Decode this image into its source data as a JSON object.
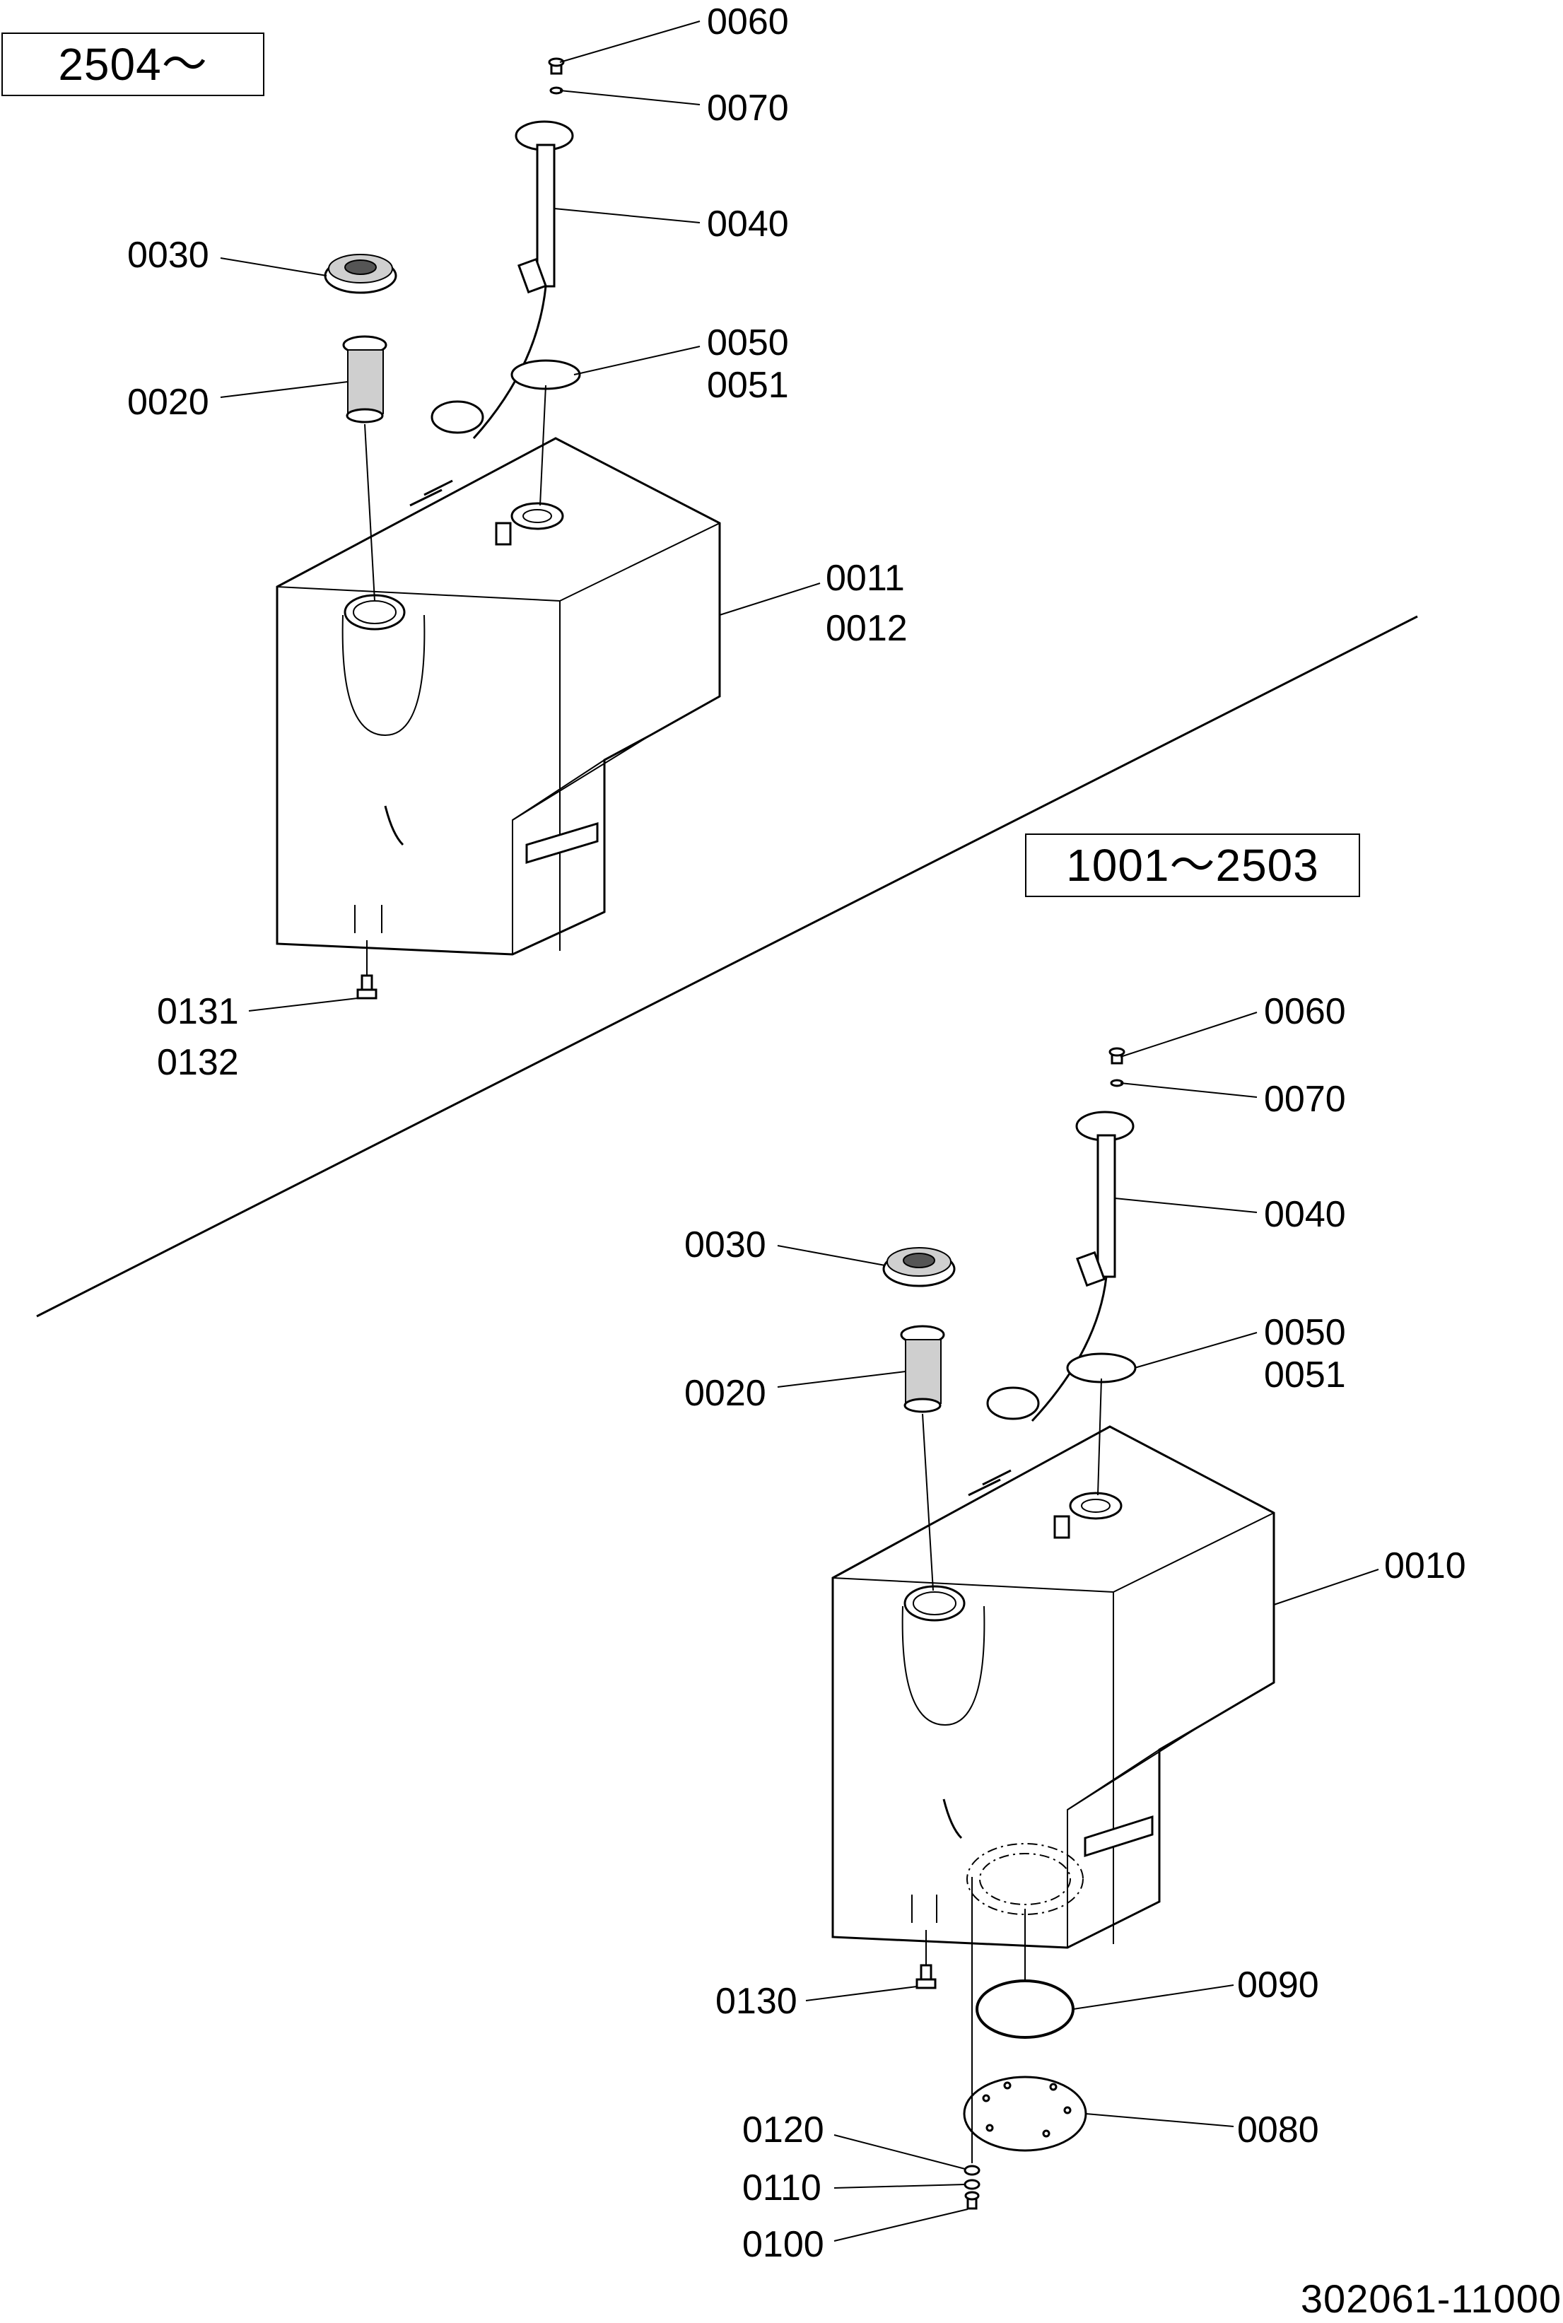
{
  "sections": {
    "top_serial_range": "2504～",
    "bottom_serial_range": "1001～2503"
  },
  "callouts": {
    "top": {
      "c0060": "0060",
      "c0070": "0070",
      "c0040": "0040",
      "c0030": "0030",
      "c0050": "0050",
      "c0051": "0051",
      "c0020": "0020",
      "c0011": "0011",
      "c0012": "0012",
      "c0131": "0131",
      "c0132": "0132"
    },
    "bottom": {
      "c0060": "0060",
      "c0070": "0070",
      "c0040": "0040",
      "c0030": "0030",
      "c0050": "0050",
      "c0051": "0051",
      "c0020": "0020",
      "c0010": "0010",
      "c0130": "0130",
      "c0090": "0090",
      "c0120": "0120",
      "c0080": "0080",
      "c0110": "0110",
      "c0100": "0100"
    }
  },
  "document_number": "302061-11000"
}
